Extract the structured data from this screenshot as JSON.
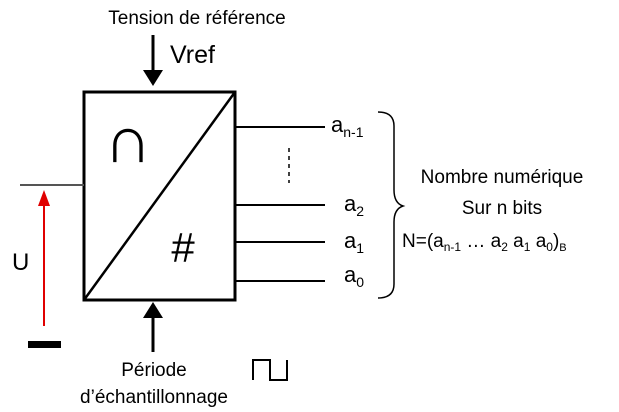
{
  "reference": {
    "caption": "Tension de référence",
    "symbol": "Vref"
  },
  "converter": {
    "analog_symbol": "∩",
    "digital_symbol": "#"
  },
  "input": {
    "label": "U",
    "arrow_color": "#e00000"
  },
  "outputs": {
    "msb_base": "a",
    "msb_sub": "n-1",
    "bits": [
      {
        "base": "a",
        "sub": "2"
      },
      {
        "base": "a",
        "sub": "1"
      },
      {
        "base": "a",
        "sub": "0"
      }
    ]
  },
  "result": {
    "line1": "Nombre numérique",
    "line2": "Sur n bits",
    "formula_prefix": "N=(a",
    "formula_sub1": "n-1",
    "formula_middle": " … a",
    "formula_sub2": "2",
    "formula_a1": " a",
    "formula_sub3": "1",
    "formula_a0": " a",
    "formula_sub4": "0",
    "formula_close": ")",
    "formula_base": "B"
  },
  "clock": {
    "line1": "Période",
    "line2": "d’échantillonnage"
  }
}
